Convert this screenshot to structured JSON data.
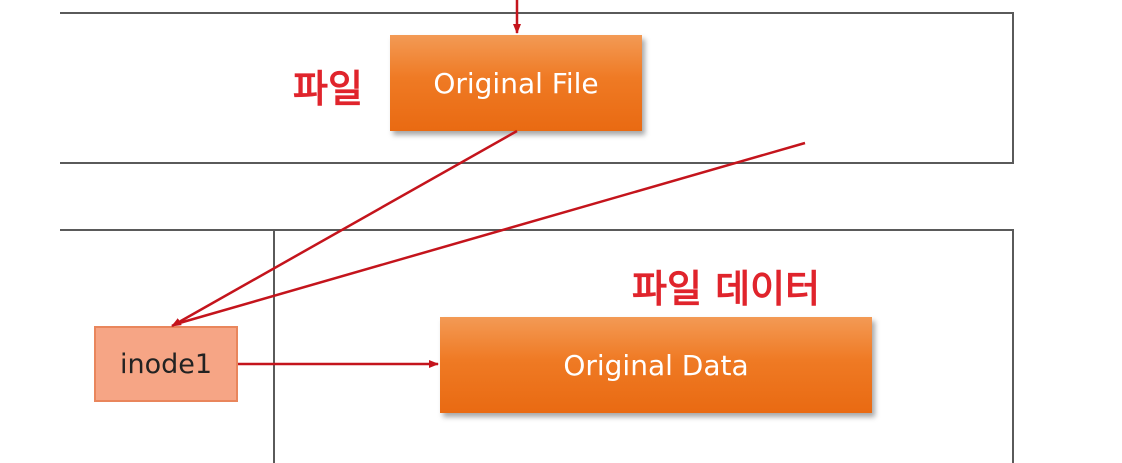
{
  "labels": {
    "file": "파일",
    "file_data": "파일 데이터"
  },
  "nodes": {
    "original_file": "Original File",
    "original_data": "Original Data",
    "inode": "inode1"
  },
  "colors": {
    "accent_red": "#c4141c",
    "label_red": "#e0242c",
    "box_orange": "#ef7a24",
    "inode_fill": "#f6a585",
    "border_gray": "#5a5a5a"
  }
}
